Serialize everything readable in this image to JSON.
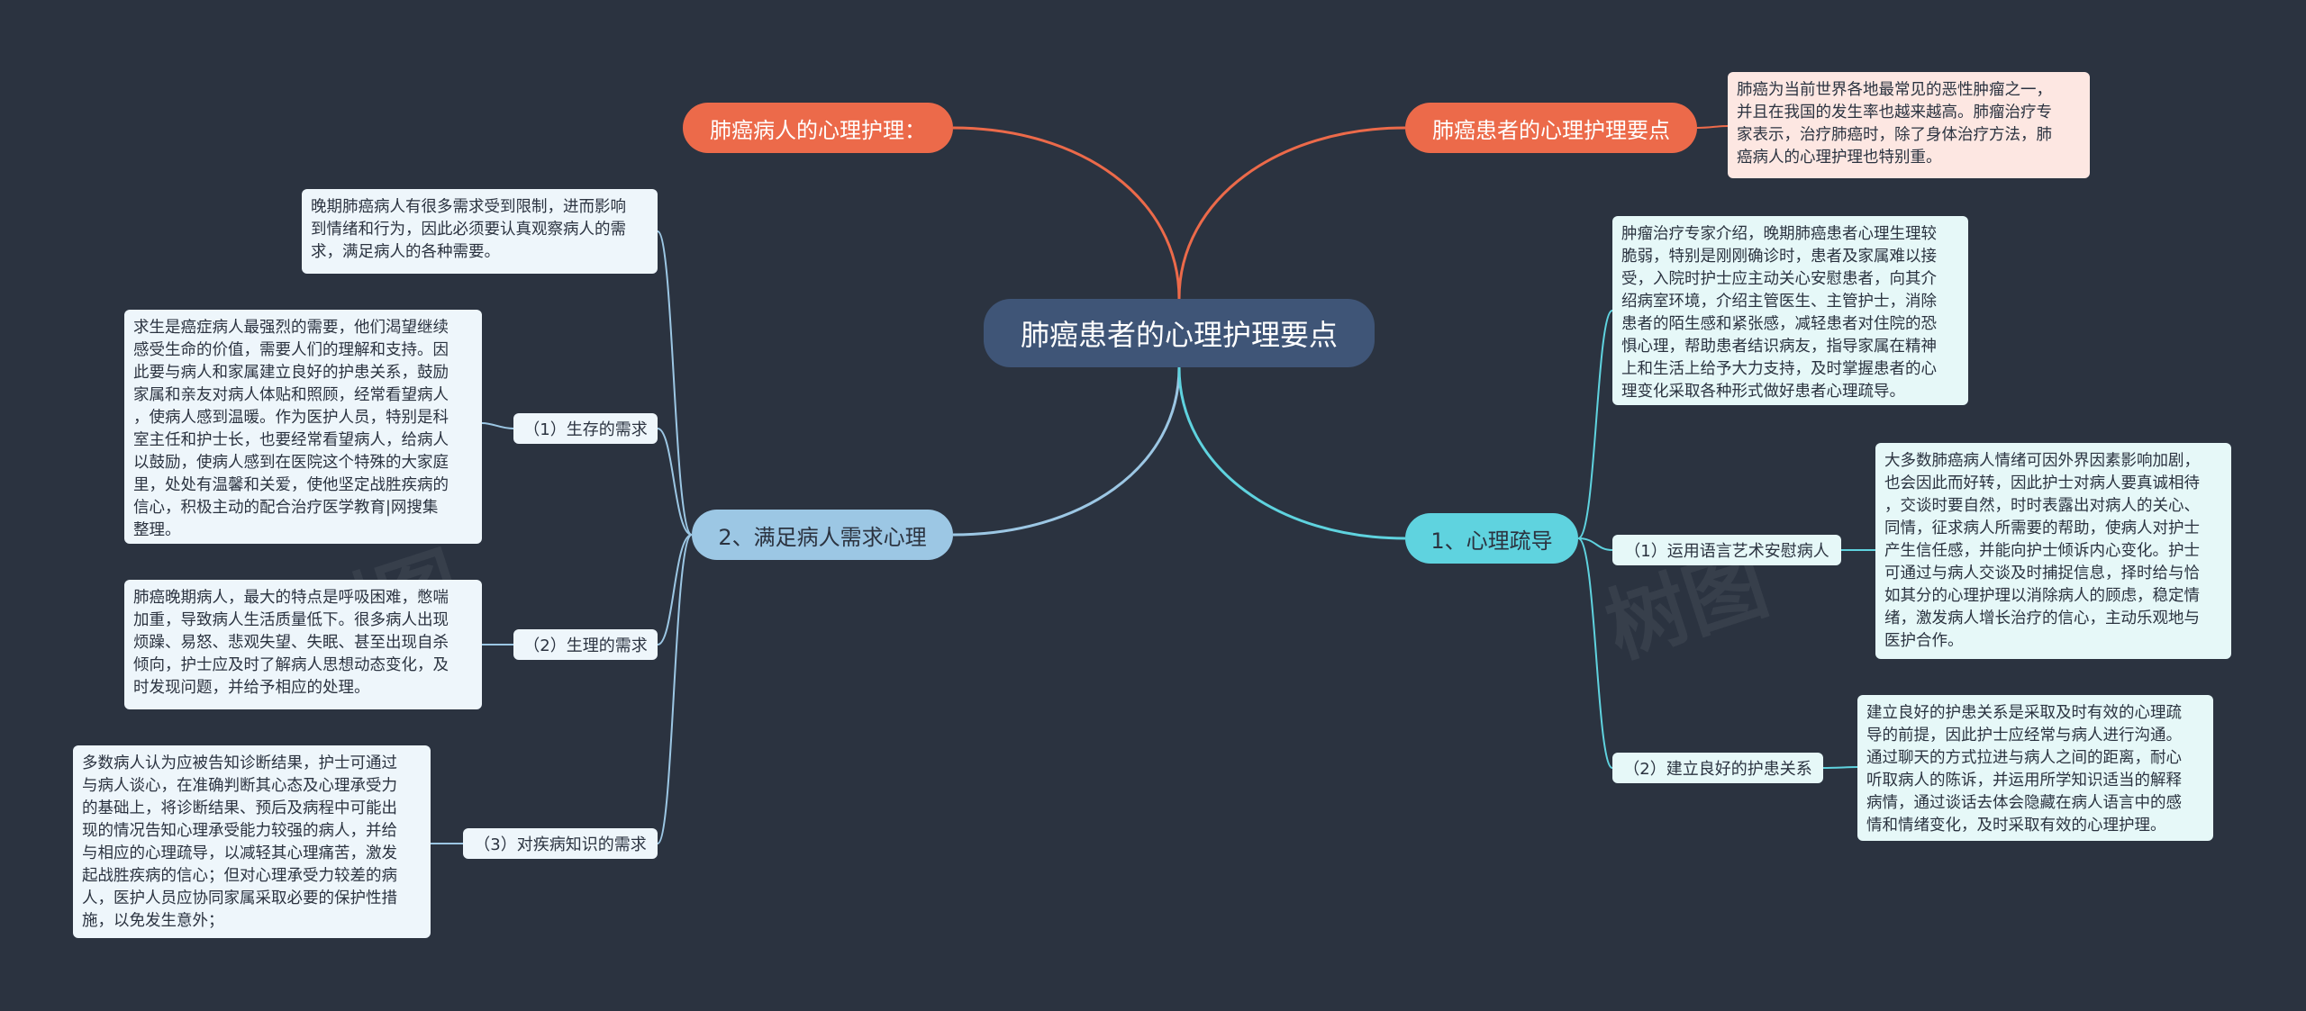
{
  "root": "肺癌患者的心理护理要点",
  "branches": {
    "top_left": "肺癌病人的心理护理：",
    "top_right": "肺癌患者的心理护理要点",
    "top_right_text": "肺癌为当前世界各地最常见的恶性肿瘤之一，\n并且在我国的发生率也越来越高。肺瘤治疗专\n家表示，治疗肺癌时，除了身体治疗方法，肺\n癌病人的心理护理也特别重。",
    "left_main": "2、满足病人需求心理",
    "right_main": "1、心理疏导"
  },
  "left": {
    "intro": "晚期肺癌病人有很多需求受到限制，进而影响\n到情绪和行为，因此必须要认真观察病人的需\n求，满足病人的各种需要。",
    "subs": [
      {
        "label": "（1）生存的需求",
        "text": "求生是癌症病人最强烈的需要，他们渴望继续\n感受生命的价值，需要人们的理解和支持。因\n此要与病人和家属建立良好的护患关系，鼓励\n家属和亲友对病人体贴和照顾，经常看望病人\n，使病人感到温暖。作为医护人员，特别是科\n室主任和护士长，也要经常看望病人，给病人\n以鼓励，使病人感到在医院这个特殊的大家庭\n里，处处有温馨和关爱，使他坚定战胜疾病的\n信心，积极主动的配合治疗医学教育|网搜集\n整理。"
      },
      {
        "label": "（2）生理的需求",
        "text": "肺癌晚期病人，最大的特点是呼吸困难，憋喘\n加重，导致病人生活质量低下。很多病人出现\n烦躁、易怒、悲观失望、失眠、甚至出现自杀\n倾向，护士应及时了解病人思想动态变化，及\n时发现问题，并给予相应的处理。"
      },
      {
        "label": "（3）对疾病知识的需求",
        "text": "多数病人认为应被告知诊断结果，护士可通过\n与病人谈心，在准确判断其心态及心理承受力\n的基础上，将诊断结果、预后及病程中可能出\n现的情况告知心理承受能力较强的病人，并给\n与相应的心理疏导，以减轻其心理痛苦，激发\n起战胜疾病的信心；但对心理承受力较差的病\n人，医护人员应协同家属采取必要的保护性措\n施，以免发生意外；"
      }
    ]
  },
  "right": {
    "intro": "肿瘤治疗专家介绍，晚期肺癌患者心理生理较\n脆弱，特别是刚刚确诊时，患者及家属难以接\n受，入院时护士应主动关心安慰患者，向其介\n绍病室环境，介绍主管医生、主管护士，消除\n患者的陌生感和紧张感，减轻患者对住院的恐\n惧心理，帮助患者结识病友，指导家属在精神\n上和生活上给予大力支持，及时掌握患者的心\n理变化采取各种形式做好患者心理疏导。",
    "subs": [
      {
        "label": "（1）运用语言艺术安慰病人",
        "text": "大多数肺癌病人情绪可因外界因素影响加剧，\n也会因此而好转，因此护士对病人要真诚相待\n，交谈时要自然，时时表露出对病人的关心、\n同情，征求病人所需要的帮助，使病人对护士\n产生信任感，并能向护士倾诉内心变化。护士\n可通过与病人交谈及时捕捉信息，择时给与恰\n如其分的心理护理以消除病人的顾虑，稳定情\n绪，激发病人增长治疗的信心，主动乐观地与\n医护合作。"
      },
      {
        "label": "（2）建立良好的护患关系",
        "text": "建立良好的护患关系是采取及时有效的心理疏\n导的前提，因此护士应经常与病人进行沟通。\n通过聊天的方式拉进与病人之间的距离，耐心\n听取病人的陈诉，并运用所学知识适当的解释\n病情，通过谈话去体会隐藏在病人语言中的感\n情和情绪变化，及时采取有效的心理护理。"
      }
    ]
  },
  "colors": {
    "background": "#2b3340",
    "root": "#3f5577",
    "orange": "#ec6a4a",
    "cyan": "#5fd3df",
    "blue": "#9cc7e4"
  }
}
